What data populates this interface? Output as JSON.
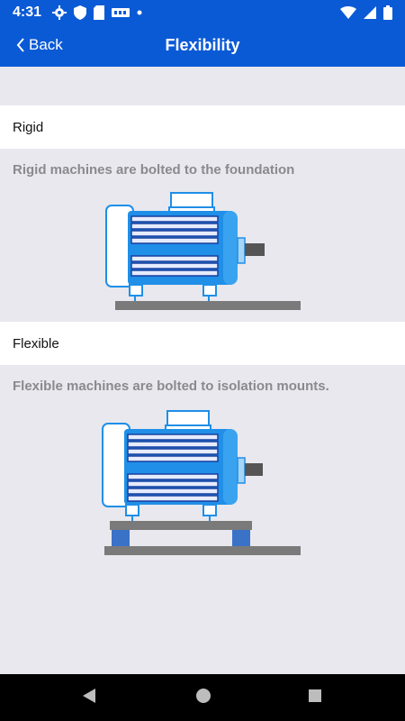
{
  "status": {
    "time": "4:31",
    "left_icons": [
      "gear-icon",
      "shield-icon",
      "sd-card-icon",
      "skf-icon",
      "dot-icon"
    ],
    "right_icons": [
      "wifi-icon",
      "signal-icon",
      "battery-icon"
    ]
  },
  "header": {
    "back_label": "Back",
    "title": "Flexibility"
  },
  "sections": [
    {
      "label": "Rigid",
      "description": "Rigid machines are bolted to the foundation"
    },
    {
      "label": "Flexible",
      "description": "Flexible machines are bolted to isolation mounts."
    }
  ],
  "colors": {
    "accent": "#0a5ad6",
    "motor_blue": "#1f8fe8",
    "winding": "#1a3f9c",
    "base_gray": "#7a7a7a",
    "mount_blue": "#3a72c8"
  },
  "navbar": {
    "buttons": [
      "back-triangle-icon",
      "home-circle-icon",
      "recents-square-icon"
    ]
  }
}
